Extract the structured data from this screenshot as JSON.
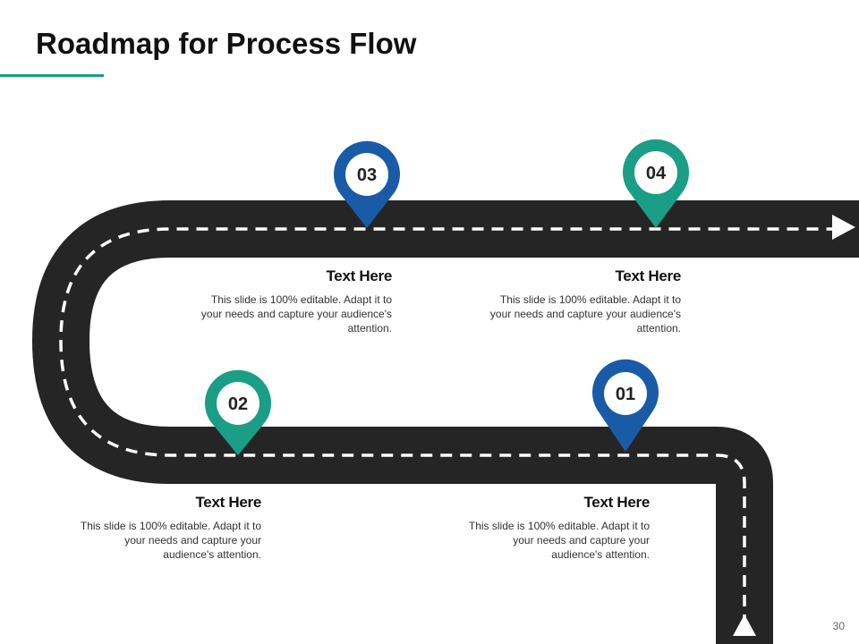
{
  "title": "Roadmap for Process Flow",
  "colors": {
    "accent_teal": "#1a9e86",
    "accent_blue": "#1a5ba8",
    "road": "#252525",
    "dash": "#ffffff"
  },
  "steps": [
    {
      "number": "01",
      "color": "blue",
      "heading": "Text Here",
      "body": "This slide is 100% editable. Adapt it to your needs and capture your audience's attention."
    },
    {
      "number": "02",
      "color": "teal",
      "heading": "Text Here",
      "body": "This slide is 100% editable. Adapt it to your needs and capture your audience's attention."
    },
    {
      "number": "03",
      "color": "blue",
      "heading": "Text Here",
      "body": "This slide is 100% editable. Adapt it to your needs and capture your audience's attention."
    },
    {
      "number": "04",
      "color": "teal",
      "heading": "Text Here",
      "body": "This slide is 100% editable. Adapt it to your needs and capture your audience's attention."
    }
  ],
  "page_number": "30"
}
